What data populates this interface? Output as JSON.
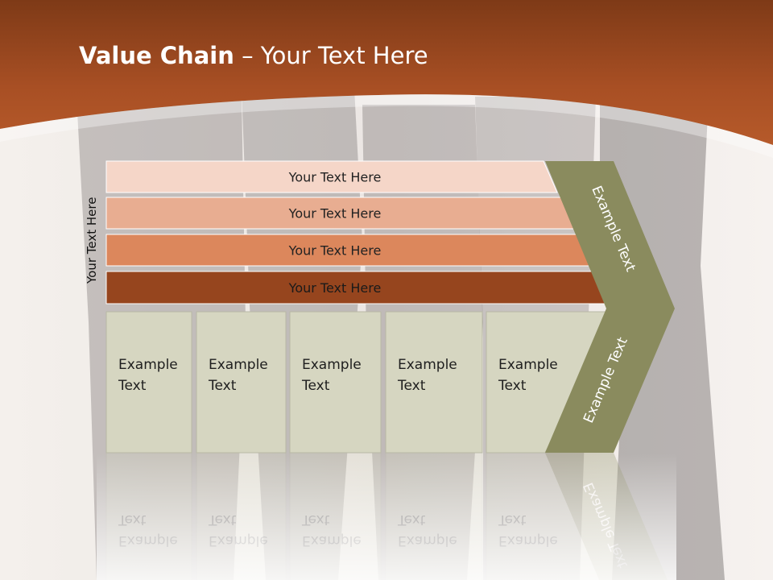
{
  "slide": {
    "title_bold": "Value Chain",
    "title_rest": " – Your Text Here",
    "side_label": "Your Text Here"
  },
  "support_activities": [
    {
      "label": "Your Text Here",
      "color": "#f5d6c8"
    },
    {
      "label": "Your Text Here",
      "color": "#e8ad91"
    },
    {
      "label": "Your Text Here",
      "color": "#dc875c"
    },
    {
      "label": "Your Text Here",
      "color": "#96451e"
    }
  ],
  "primary_activities": [
    {
      "line1": "Example",
      "line2": "Text"
    },
    {
      "line1": "Example",
      "line2": "Text"
    },
    {
      "line1": "Example",
      "line2": "Text"
    },
    {
      "line1": "Example",
      "line2": "Text"
    },
    {
      "line1": "Example",
      "line2": "Text"
    }
  ],
  "margin": {
    "upper_label": "Example Text",
    "lower_label": "Example Text",
    "color": "#8a8b5e"
  },
  "colors": {
    "header": "#b0562a",
    "box_fill": "#d6d6c1"
  }
}
